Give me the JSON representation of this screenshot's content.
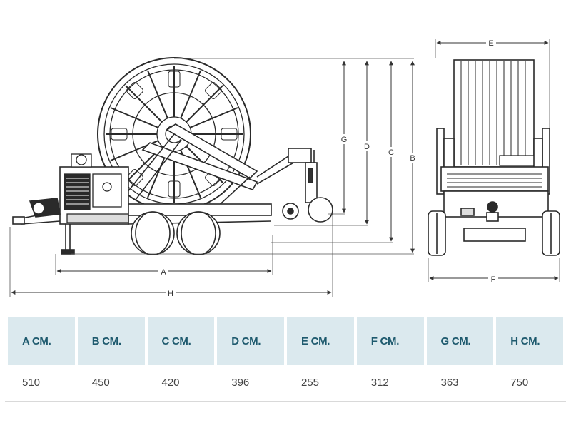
{
  "diagram": {
    "labels": {
      "A": "A",
      "B": "B",
      "C": "C",
      "D": "D",
      "E": "E",
      "F": "F",
      "G": "G",
      "H": "H"
    }
  },
  "table": {
    "headers": [
      "A CM.",
      "B CM.",
      "C CM.",
      "D CM.",
      "E CM.",
      "F CM.",
      "G CM.",
      "H CM."
    ],
    "values": [
      "510",
      "450",
      "420",
      "396",
      "255",
      "312",
      "363",
      "750"
    ]
  },
  "colors": {
    "header_bg": "#dbe9ee",
    "header_text": "#1e5a6e",
    "line": "#2a2a2a"
  }
}
